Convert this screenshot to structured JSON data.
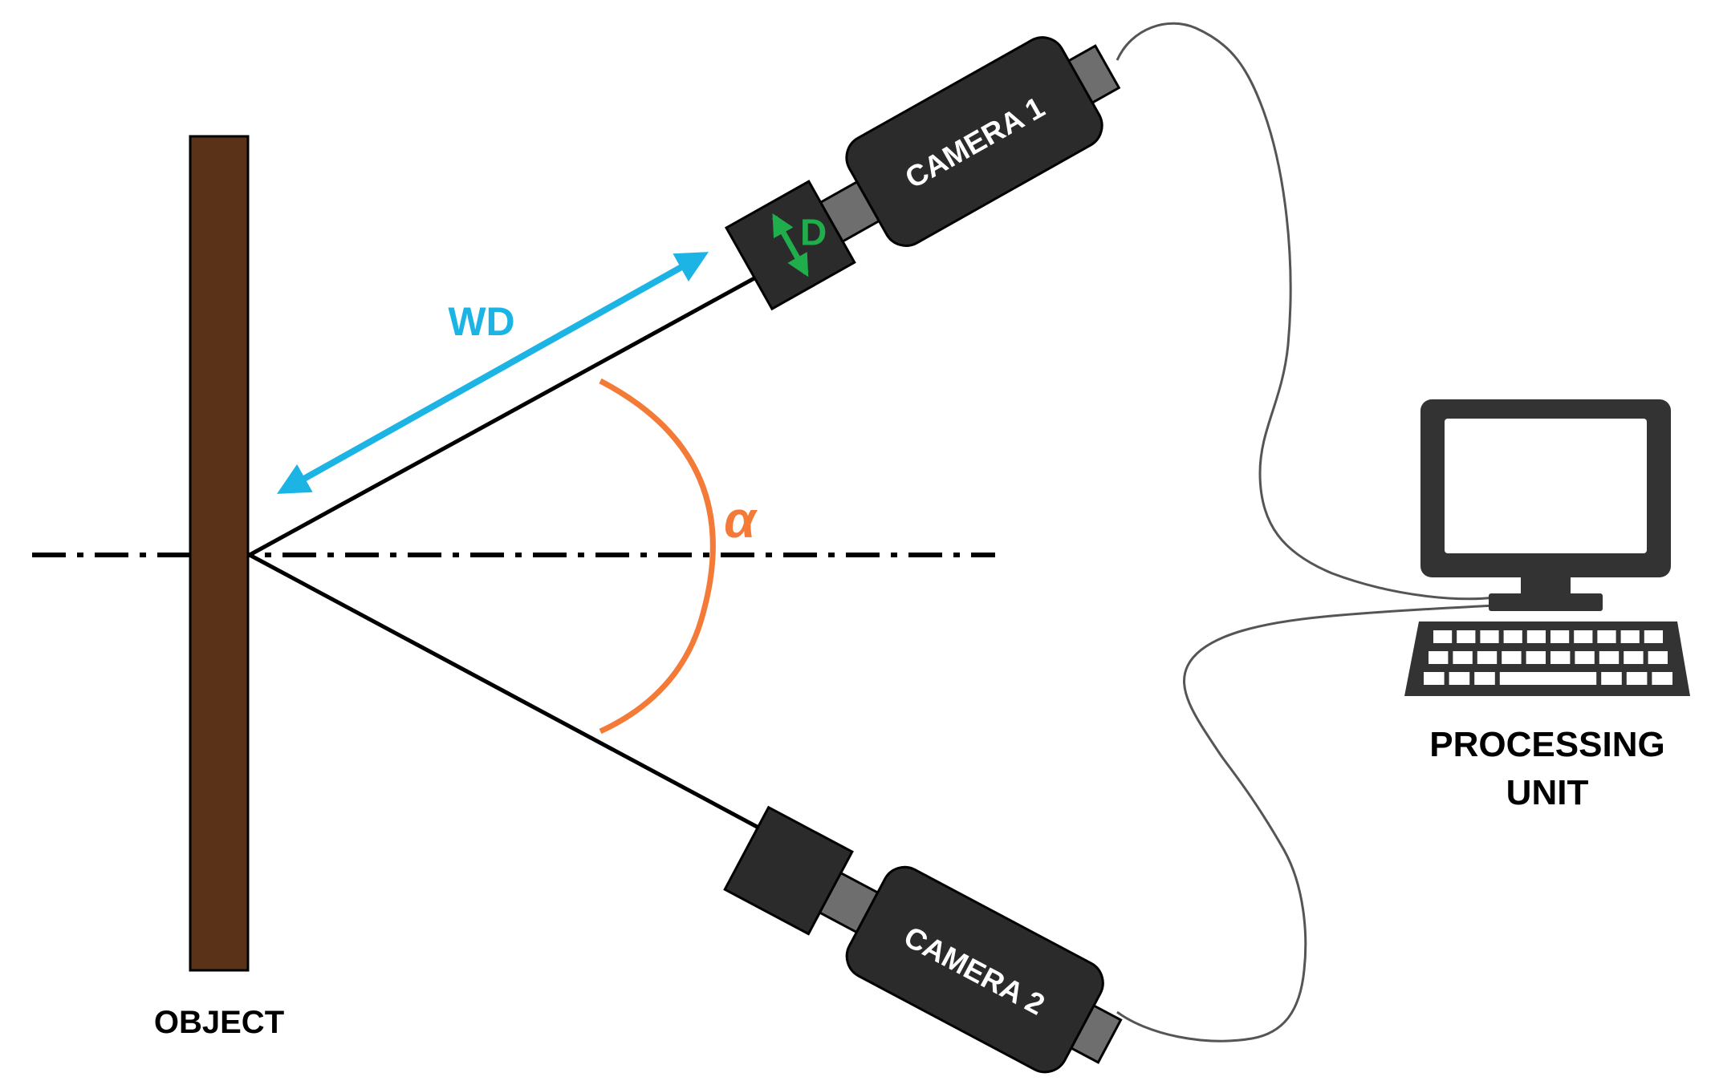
{
  "labels": {
    "object": "OBJECT",
    "camera1": "CAMERA 1",
    "camera2": "CAMERA 2",
    "processing_line1": "PROCESSING",
    "processing_line2": "UNIT",
    "wd": "WD",
    "d": "D",
    "alpha": "α"
  },
  "colors": {
    "object": "#5a3218",
    "camera_body": "#2b2b2b",
    "camera_neck": "#6e6e6e",
    "wd_arrow": "#1cb4e4",
    "d_arrow": "#1fae4b",
    "angle_arc": "#f47a38",
    "line": "#000000",
    "computer": "#333333"
  },
  "icons": {
    "computer": "desktop-computer-icon"
  }
}
